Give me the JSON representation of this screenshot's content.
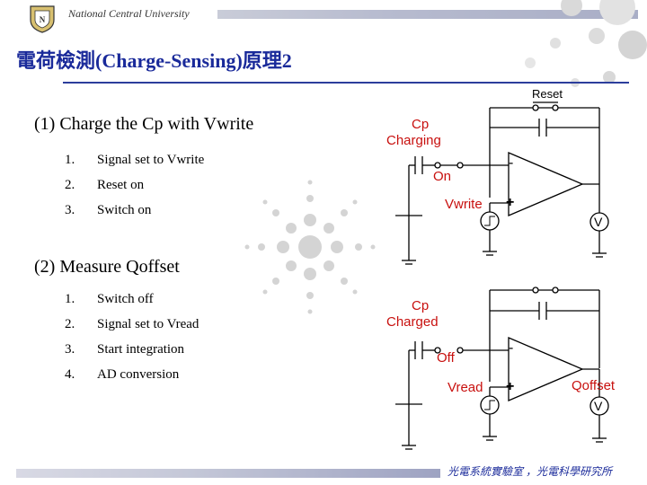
{
  "header": {
    "university": "National Central University",
    "logo_icon": "ncu-logo-icon"
  },
  "title": "電荷檢測(Charge-Sensing)原理2",
  "section1": {
    "heading": "(1) Charge the Cp with Vwrite",
    "steps": [
      {
        "num": "1.",
        "text": "Signal set to Vwrite"
      },
      {
        "num": "2.",
        "text": "Reset on"
      },
      {
        "num": "3.",
        "text": "Switch on"
      }
    ]
  },
  "section2": {
    "heading": "(2) Measure Qoffset",
    "steps": [
      {
        "num": "1.",
        "text": "Switch off"
      },
      {
        "num": "2.",
        "text": "Signal set to Vread"
      },
      {
        "num": "3.",
        "text": "Start integration"
      },
      {
        "num": "4.",
        "text": "AD conversion"
      }
    ]
  },
  "circuit1": {
    "reset": "Reset",
    "cp": "Cp",
    "state": "Charging",
    "switch": "On",
    "source": "Vwrite",
    "minus": "-",
    "plus": "+",
    "meter": "V"
  },
  "circuit2": {
    "cp": "Cp",
    "state": "Charged",
    "switch": "Off",
    "source": "Vread",
    "minus": "-",
    "plus": "+",
    "meter": "V",
    "output": "Qoffset"
  },
  "footer": {
    "text": "光電系統實驗室 ，光電科學研究所"
  },
  "colors": {
    "title": "#1a2a9a",
    "label_red": "#c8100e",
    "bars": "#b7bbcf"
  }
}
